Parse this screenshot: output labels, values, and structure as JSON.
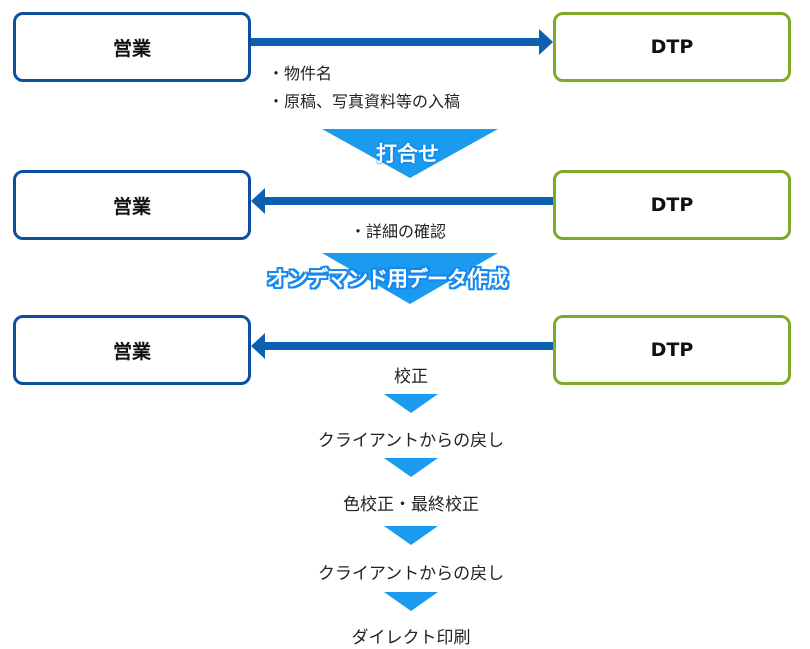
{
  "colors": {
    "sales_border": "#0d4f9e",
    "dtp_border": "#7ea92a",
    "arrow_line": "#0d5fb0",
    "triangle": "#1a9bf0"
  },
  "rows": [
    {
      "sales": "営業",
      "dtp": "DTP"
    },
    {
      "sales": "営業",
      "dtp": "DTP"
    },
    {
      "sales": "営業",
      "dtp": "DTP"
    }
  ],
  "notes": {
    "row1_line1": "・物件名",
    "row1_line2": "・原稿、写真資料等の入稿",
    "row2_line1": "・詳細の確認"
  },
  "stage_labels": {
    "meeting": "打合せ",
    "data_creation": "オンデマンド用データ作成"
  },
  "process_steps": [
    "校正",
    "クライアントからの戻し",
    "色校正・最終校正",
    "クライアントからの戻し",
    "ダイレクト印刷"
  ]
}
